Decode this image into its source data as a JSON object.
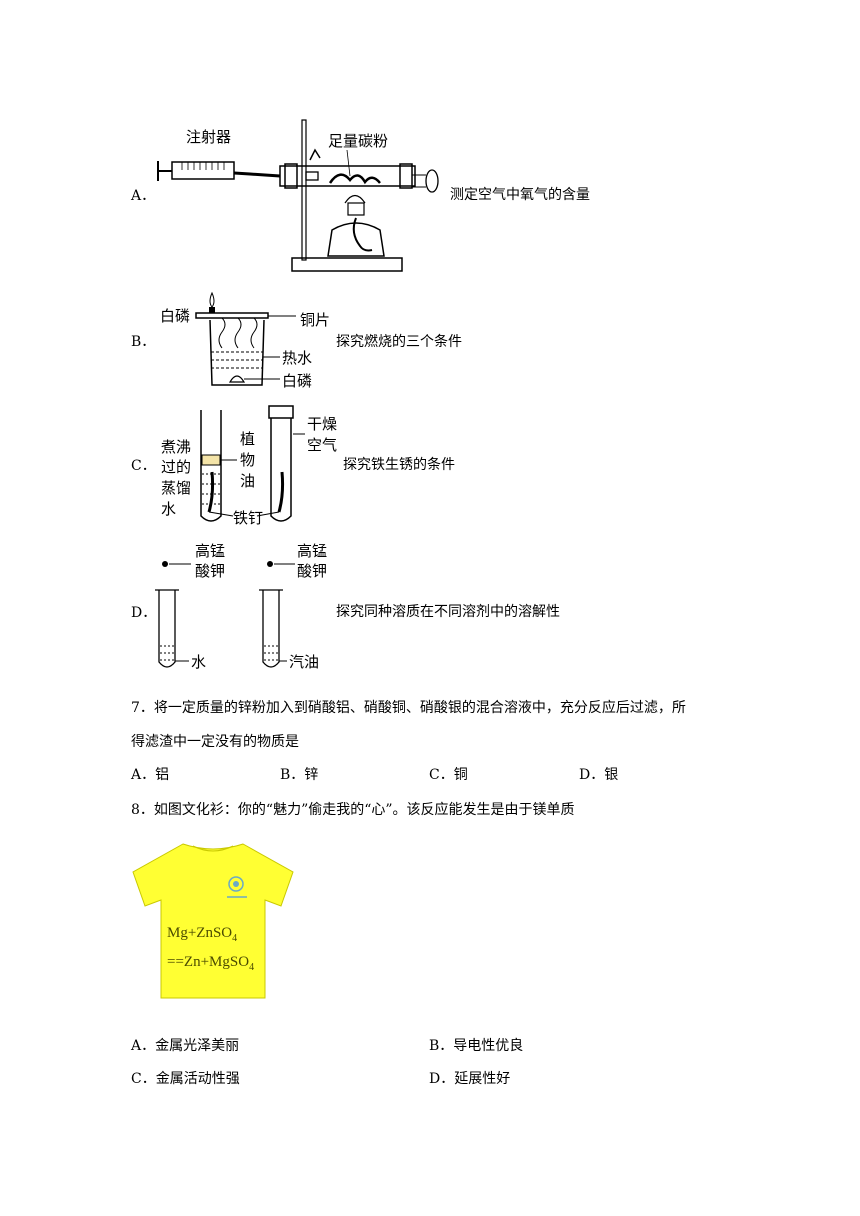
{
  "q6_options": {
    "A": {
      "letter": "A．",
      "desc": "测定空气中氧气的含量",
      "labels": {
        "syringe": "注射器",
        "carbon": "足量碳粉"
      }
    },
    "B": {
      "letter": "B．",
      "desc": "探究燃烧的三个条件",
      "labels": {
        "white_p_top": "白磷",
        "copper": "铜片",
        "hot_water": "热水",
        "white_p_bottom": "白磷"
      }
    },
    "C": {
      "letter": "C．",
      "desc": "探究铁生锈的条件",
      "labels": {
        "boiled_1": "煮沸",
        "boiled_2": "过的",
        "boiled_3": "蒸馏",
        "boiled_4": "水",
        "oil_1": "植",
        "oil_2": "物",
        "oil_3": "油",
        "nail": "铁钉",
        "dry_1": "干燥",
        "dry_2": "空气"
      }
    },
    "D": {
      "letter": "D．",
      "desc": "探究同种溶质在不同溶剂中的溶解性",
      "labels": {
        "kmno4_l1": "高锰",
        "kmno4_l2": "酸钾",
        "kmno4_r1": "高锰",
        "kmno4_r2": "酸钾",
        "water": "水",
        "gasoline": "汽油"
      }
    }
  },
  "q7": {
    "line1": "7．将一定质量的锌粉加入到硝酸铝、硝酸铜、硝酸银的混合溶液中，充分反应后过滤，所",
    "line2": "得滤渣中一定没有的物质是",
    "options": [
      "A．铝",
      "B．锌",
      "C．铜",
      "D．银"
    ]
  },
  "q8": {
    "stem": "8．如图文化衫：你的“魅力”偷走我的“心”。该反应能发生是由于镁单质",
    "shirt_line1": "Mg+ZnSO",
    "shirt_sub1": "4",
    "shirt_line2": "==Zn+MgSO",
    "shirt_sub2": "4",
    "options": [
      "A．金属光泽美丽",
      "B．导电性优良",
      "C．金属活动性强",
      "D．延展性好"
    ]
  },
  "colors": {
    "shirt": "#ffff33",
    "oil": "#f4e4a8",
    "text": "#000000"
  }
}
